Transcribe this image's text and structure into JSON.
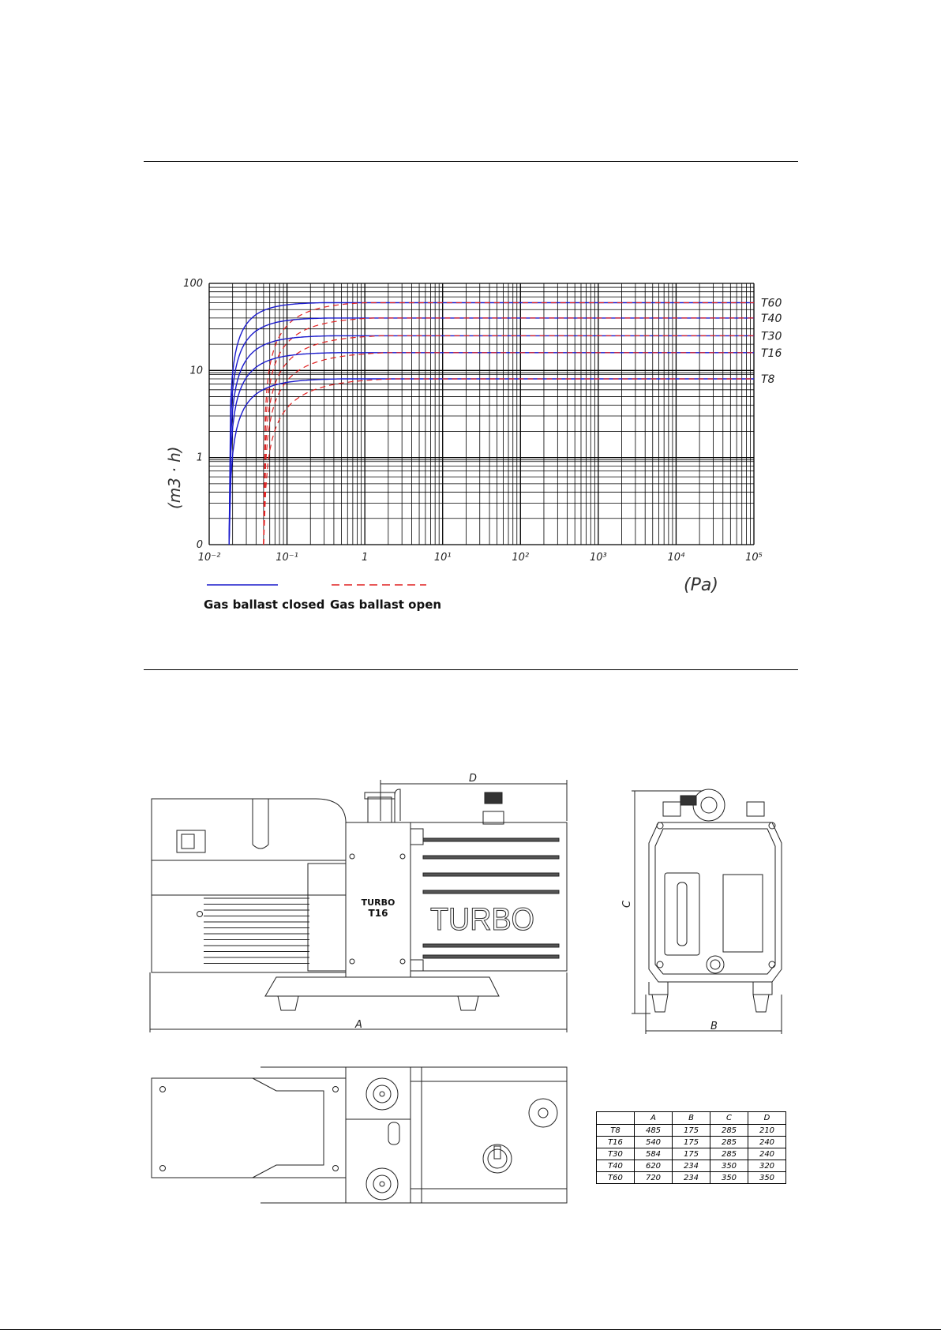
{
  "chart_data": {
    "type": "line",
    "x_scale": "log",
    "y_scale": "log",
    "xlim": [
      0.01,
      100000
    ],
    "y_tick_labels": [
      "100",
      "10",
      "1",
      "0"
    ],
    "x_tick_labels": [
      "10⁻²",
      "10⁻¹",
      "1",
      "10¹",
      "10²",
      "10³",
      "10⁴",
      "10⁵"
    ],
    "ylabel": "(m3 · h)",
    "xlabel": "(Pa)",
    "legend": {
      "closed": "Gas ballast closed",
      "open": "Gas ballast open"
    },
    "colors": {
      "closed": "#1a1acc",
      "open": "#e02020"
    },
    "series": [
      {
        "name": "T60",
        "plateau": 60
      },
      {
        "name": "T40",
        "plateau": 40
      },
      {
        "name": "T30",
        "plateau": 25
      },
      {
        "name": "T16",
        "plateau": 16
      },
      {
        "name": "T8",
        "plateau": 8
      }
    ]
  },
  "drawing": {
    "dim_labels": {
      "A": "A",
      "B": "B",
      "C": "C",
      "D": "D"
    },
    "front_brand": "TURBO",
    "front_model": "T16",
    "body_logo": "TURBO"
  },
  "table": {
    "headers": [
      "",
      "A",
      "B",
      "C",
      "D"
    ],
    "rows": [
      [
        "T8",
        "485",
        "175",
        "285",
        "210"
      ],
      [
        "T16",
        "540",
        "175",
        "285",
        "240"
      ],
      [
        "T30",
        "584",
        "175",
        "285",
        "240"
      ],
      [
        "T40",
        "620",
        "234",
        "350",
        "320"
      ],
      [
        "T60",
        "720",
        "234",
        "350",
        "350"
      ]
    ]
  }
}
